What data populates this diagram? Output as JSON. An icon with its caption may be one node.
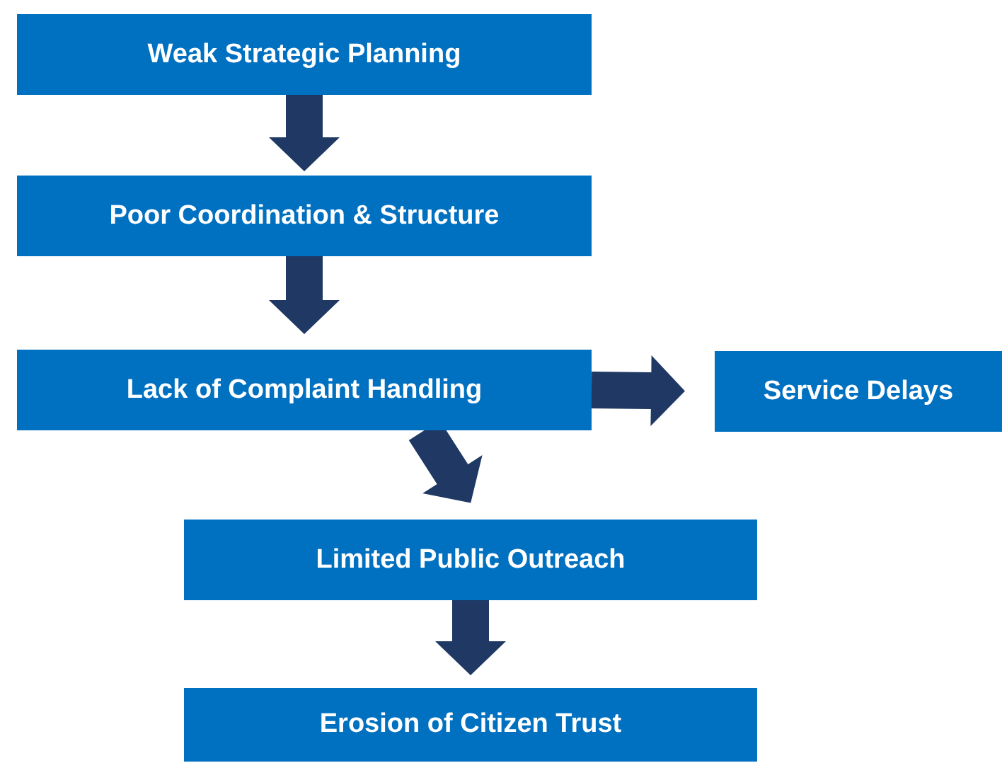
{
  "diagram": {
    "nodes": [
      {
        "text": [
          "Weak Strategic Planning"
        ]
      },
      {
        "text": [
          "Poor Coordination & Structure"
        ]
      },
      {
        "text": [
          "Lack of Complaint Handling"
        ]
      },
      {
        "text": [
          "Service Delays"
        ]
      },
      {
        "text": [
          "Limited Public Outreach"
        ]
      },
      {
        "text": [
          "Erosion of Citizen Trust"
        ]
      }
    ],
    "edges": [
      {
        "from": 0,
        "to": 1,
        "arrow": "to"
      },
      {
        "from": 1,
        "to": 2,
        "arrow": "to"
      },
      {
        "from": 2,
        "to": 3,
        "arrow": "to"
      },
      {
        "from": 2,
        "to": 4,
        "arrow": "to"
      },
      {
        "from": 4,
        "to": 5,
        "arrow": "to"
      }
    ]
  }
}
